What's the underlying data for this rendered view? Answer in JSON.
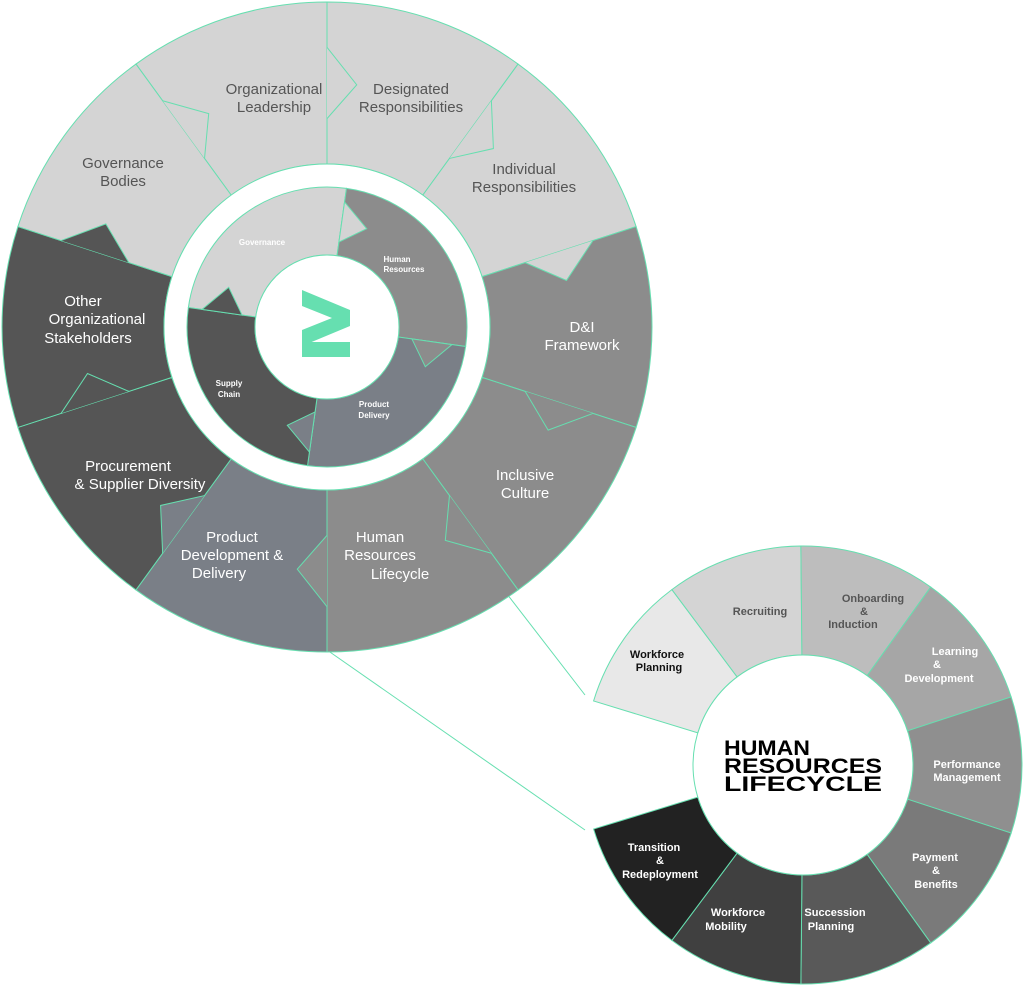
{
  "colors": {
    "accent": "#66dfb0",
    "light": "#d4d4d4",
    "mid": "#8c8c8c",
    "slate": "#7a7f87",
    "dark": "#555555"
  },
  "outer_ring": [
    {
      "lines": [
        "Organizational",
        "Leadership"
      ]
    },
    {
      "lines": [
        "Designated",
        "Responsibilities"
      ]
    },
    {
      "lines": [
        "Individual",
        "Responsibilities"
      ]
    },
    {
      "lines": [
        "D&I",
        "Framework"
      ]
    },
    {
      "lines": [
        "Inclusive",
        "Culture"
      ]
    },
    {
      "lines": [
        "Human",
        "Resources",
        "Lifecycle"
      ]
    },
    {
      "lines": [
        "Product",
        "Development &",
        "Delivery"
      ]
    },
    {
      "lines": [
        "Procurement",
        "& Supplier Diversity"
      ]
    },
    {
      "lines": [
        "Other",
        "Organizational",
        "Stakeholders"
      ]
    },
    {
      "lines": [
        "Governance",
        "Bodies"
      ]
    }
  ],
  "inner_cycle": [
    {
      "lines": [
        "Governance"
      ]
    },
    {
      "lines": [
        "Human",
        "Resources"
      ]
    },
    {
      "lines": [
        "Product",
        "Delivery"
      ]
    },
    {
      "lines": [
        "Supply",
        "Chain"
      ]
    }
  ],
  "hr_lifecycle": {
    "title_lines": [
      "HUMAN",
      "RESOURCES",
      "LIFECYCLE"
    ],
    "stages": [
      {
        "lines": [
          "Workforce",
          "Planning"
        ]
      },
      {
        "lines": [
          "Recruiting"
        ]
      },
      {
        "lines": [
          "Onboarding",
          "&",
          "Induction"
        ]
      },
      {
        "lines": [
          "Learning",
          "&",
          "Development"
        ]
      },
      {
        "lines": [
          "Performance",
          "Management"
        ]
      },
      {
        "lines": [
          "Payment",
          "&",
          "Benefits"
        ]
      },
      {
        "lines": [
          "Succession",
          "Planning"
        ]
      },
      {
        "lines": [
          "Workforce",
          "Mobility"
        ]
      },
      {
        "lines": [
          "Transition",
          "&",
          "Redeployment"
        ]
      }
    ]
  }
}
